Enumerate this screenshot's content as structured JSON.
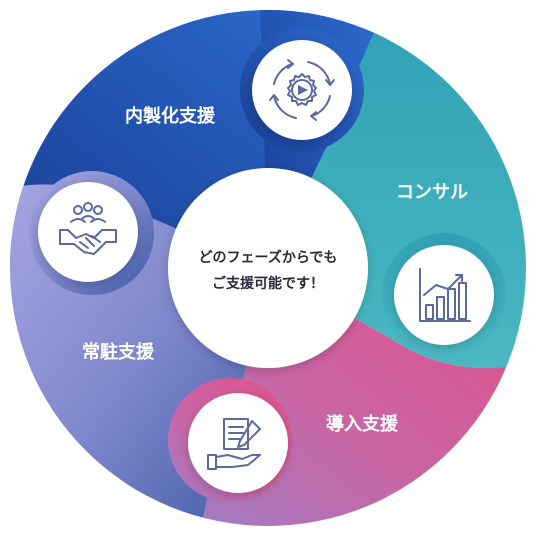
{
  "center": {
    "line1": "どのフェーズからでも",
    "line2": "ご支援可能です！"
  },
  "segments": [
    {
      "label": "内製化支援",
      "icon": "process-cycle-icon",
      "color_start": "#1a3f9a",
      "color_end": "#2a66c8"
    },
    {
      "label": "コンサル",
      "icon": "growth-chart-icon",
      "color_start": "#3aa3b5",
      "color_end": "#48b8c0"
    },
    {
      "label": "導入支援",
      "icon": "contract-sign-icon",
      "color_start": "#d9508e",
      "color_end": "#b16cae"
    },
    {
      "label": "常駐支援",
      "icon": "handshake-team-icon",
      "color_start": "#9a9ee0",
      "color_end": "#5a6ab8"
    }
  ],
  "colors": {
    "icon": "#5a6aa0",
    "center_text": "#2a2a3a",
    "label": "#ffffff"
  }
}
